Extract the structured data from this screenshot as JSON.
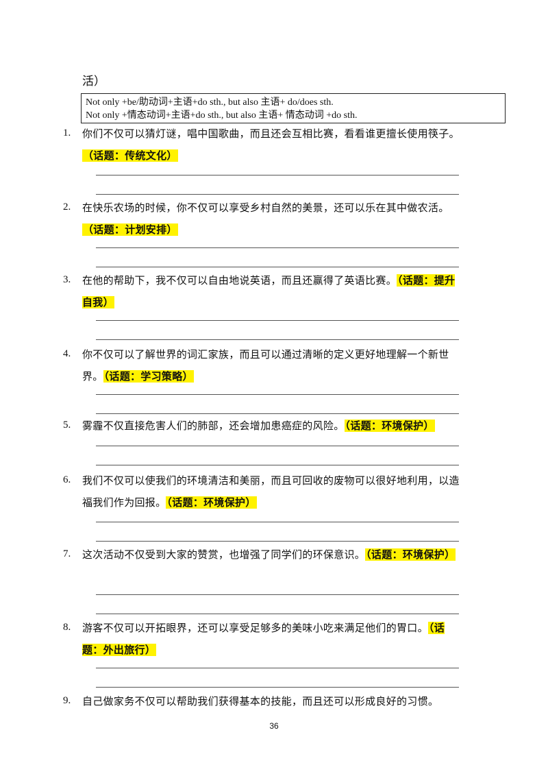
{
  "top_text": "活）",
  "formula": [
    "Not  only  +be/助动词+主语+do  sth., but  also 主语+  do/does  sth.",
    "Not  only  +情态动词+主语+do  sth., but  also 主语+  情态动词  +do  sth."
  ],
  "items": [
    {
      "num": "1.",
      "text": "你们不仅可以猜灯谜，唱中国歌曲，而且还会互相比赛，看看谁更擅长使用筷子。",
      "topic": "（话题：传统文化）"
    },
    {
      "num": "2.",
      "text": "在快乐农场的时候，你不仅可以享受乡村自然的美景，还可以乐在其中做农活。",
      "topic": "（话题：计划安排）"
    },
    {
      "num": "3.",
      "text": "在他的帮助下，我不仅可以自由地说英语，而且还赢得了英语比赛。",
      "topic": "（话题：提升自我）"
    },
    {
      "num": "4.",
      "text": "你不仅可以了解世界的词汇家族，而且可以通过清晰的定义更好地理解一个新世界。",
      "topic": "（话题：学习策略）"
    },
    {
      "num": "5.",
      "text": "雾霾不仅直接危害人们的肺部，还会增加患癌症的风险。",
      "topic": "（话题：环境保护）"
    },
    {
      "num": "6.",
      "text": "我们不仅可以使我们的环境清洁和美丽，而且可回收的废物可以很好地利用，以造福我们作为回报。",
      "topic": "（话题：环境保护）"
    },
    {
      "num": "7.",
      "text": "这次活动不仅受到大家的赞赏，也增强了同学们的环保意识。",
      "topic": "（话题：环境保护）"
    },
    {
      "num": "8.",
      "text": "游客不仅可以开拓眼界，还可以享受足够多的美味小吃来满足他们的胃口。",
      "topic": "（话题：外出旅行）"
    },
    {
      "num": "9.",
      "text": "自己做家务不仅可以帮助我们获得基本的技能，而且还可以形成良好的习惯。",
      "topic": ""
    }
  ],
  "page_number": "36"
}
